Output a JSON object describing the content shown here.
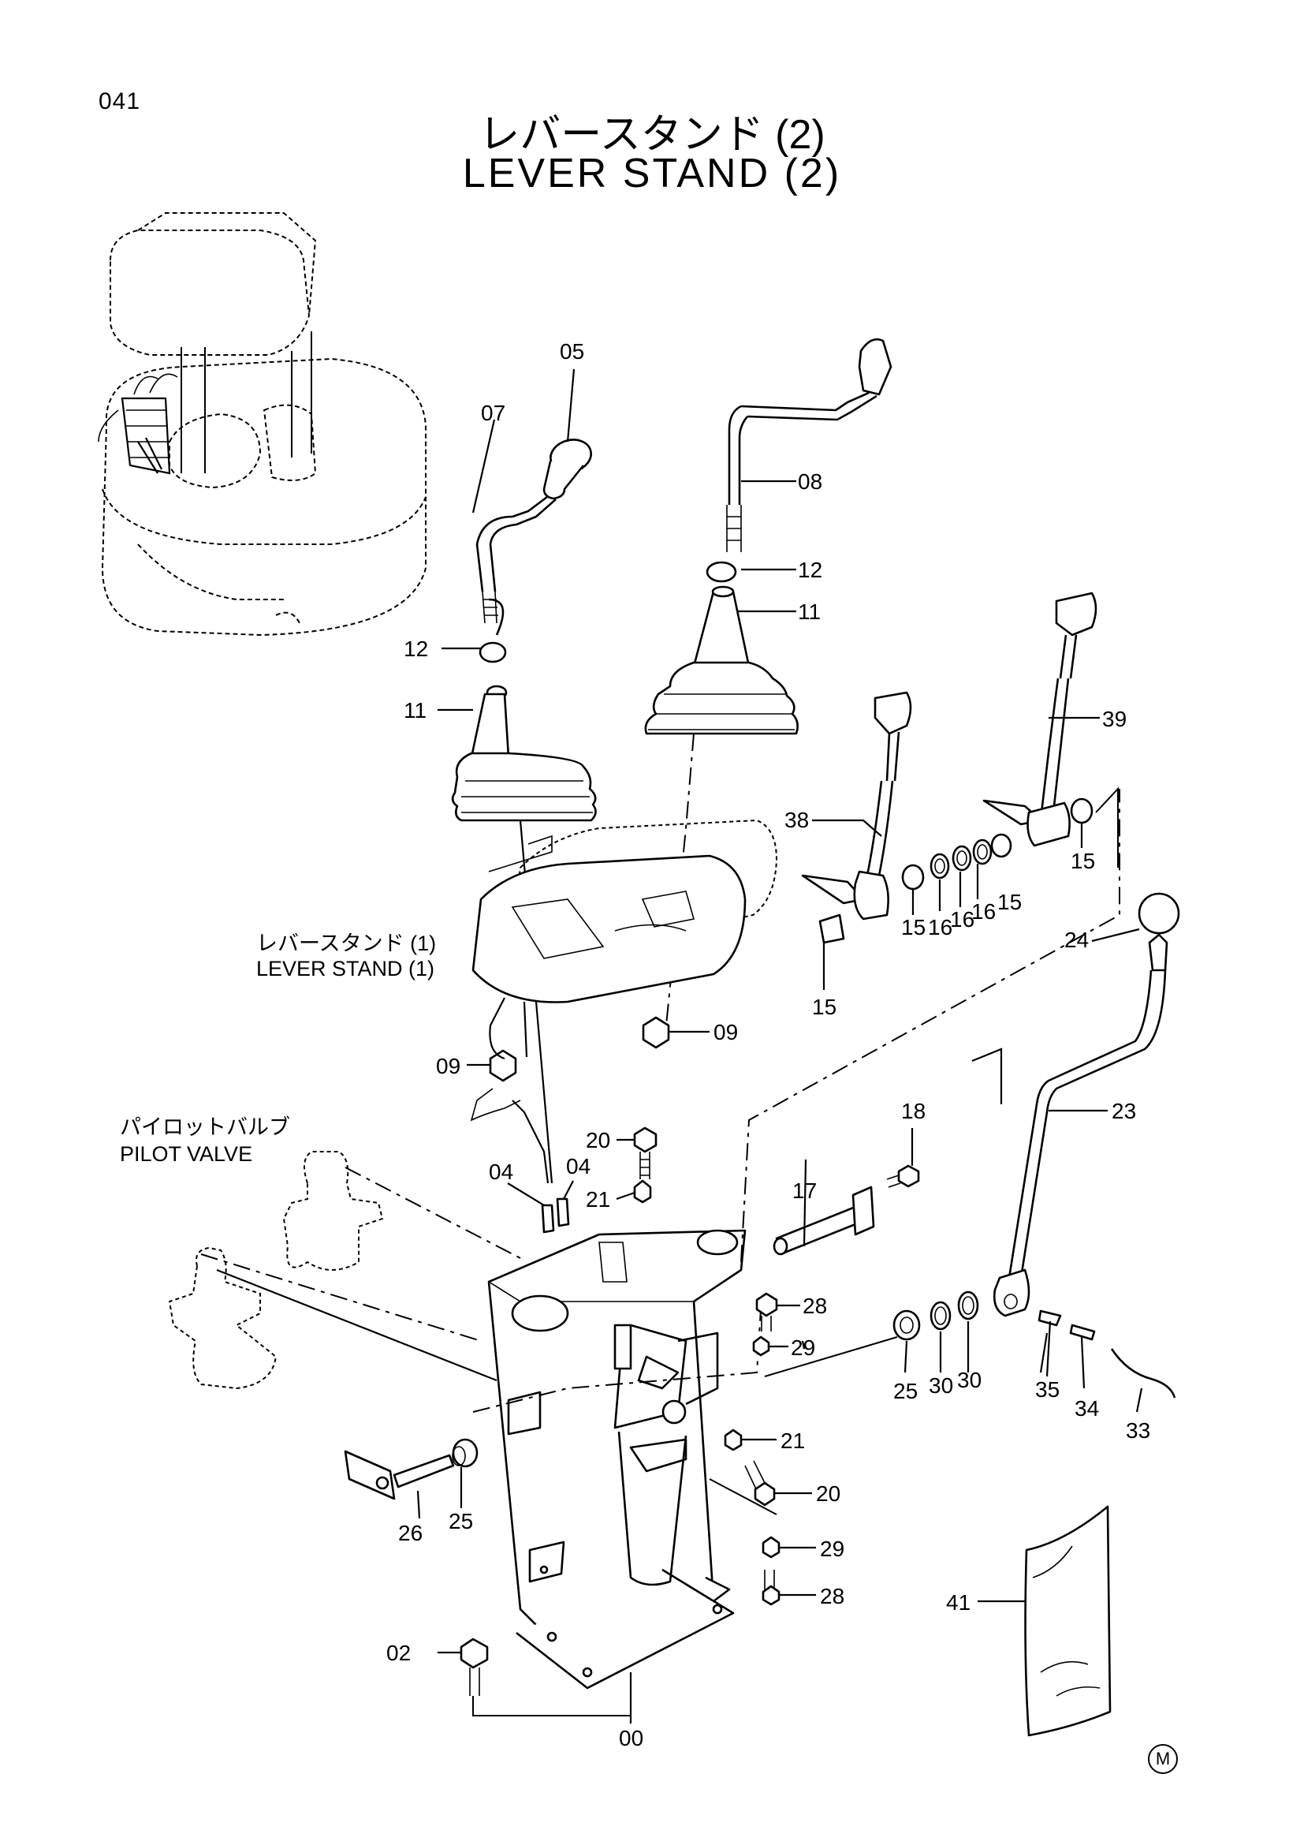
{
  "page_number": "041",
  "title_jp": "レバースタンド (2)",
  "title_en": "LEVER STAND (2)",
  "sub_labels": {
    "lever_stand_1_jp": "レバースタンド (1)",
    "lever_stand_1_en": "LEVER STAND (1)",
    "pilot_valve_jp": "パイロットバルブ",
    "pilot_valve_en": "PILOT VALVE"
  },
  "part_numbers": {
    "p00": "00",
    "p02": "02",
    "p04a": "04",
    "p04b": "04",
    "p05": "05",
    "p07": "07",
    "p08": "08",
    "p09a": "09",
    "p09b": "09",
    "p11a": "11",
    "p11b": "11",
    "p12a": "12",
    "p12b": "12",
    "p15a": "15",
    "p15b": "15",
    "p15c": "15",
    "p15d": "15",
    "p16a": "16",
    "p16b": "16",
    "p16c": "16",
    "p17": "17",
    "p18": "18",
    "p20a": "20",
    "p20b": "20",
    "p21a": "21",
    "p21b": "21",
    "p23": "23",
    "p24": "24",
    "p25a": "25",
    "p25b": "25",
    "p26": "26",
    "p28a": "28",
    "p28b": "28",
    "p29a": "29",
    "p29b": "29",
    "p30a": "30",
    "p30b": "30",
    "p33": "33",
    "p34": "34",
    "p35": "35",
    "p38": "38",
    "p39": "39",
    "p41": "41"
  },
  "mark": "M"
}
